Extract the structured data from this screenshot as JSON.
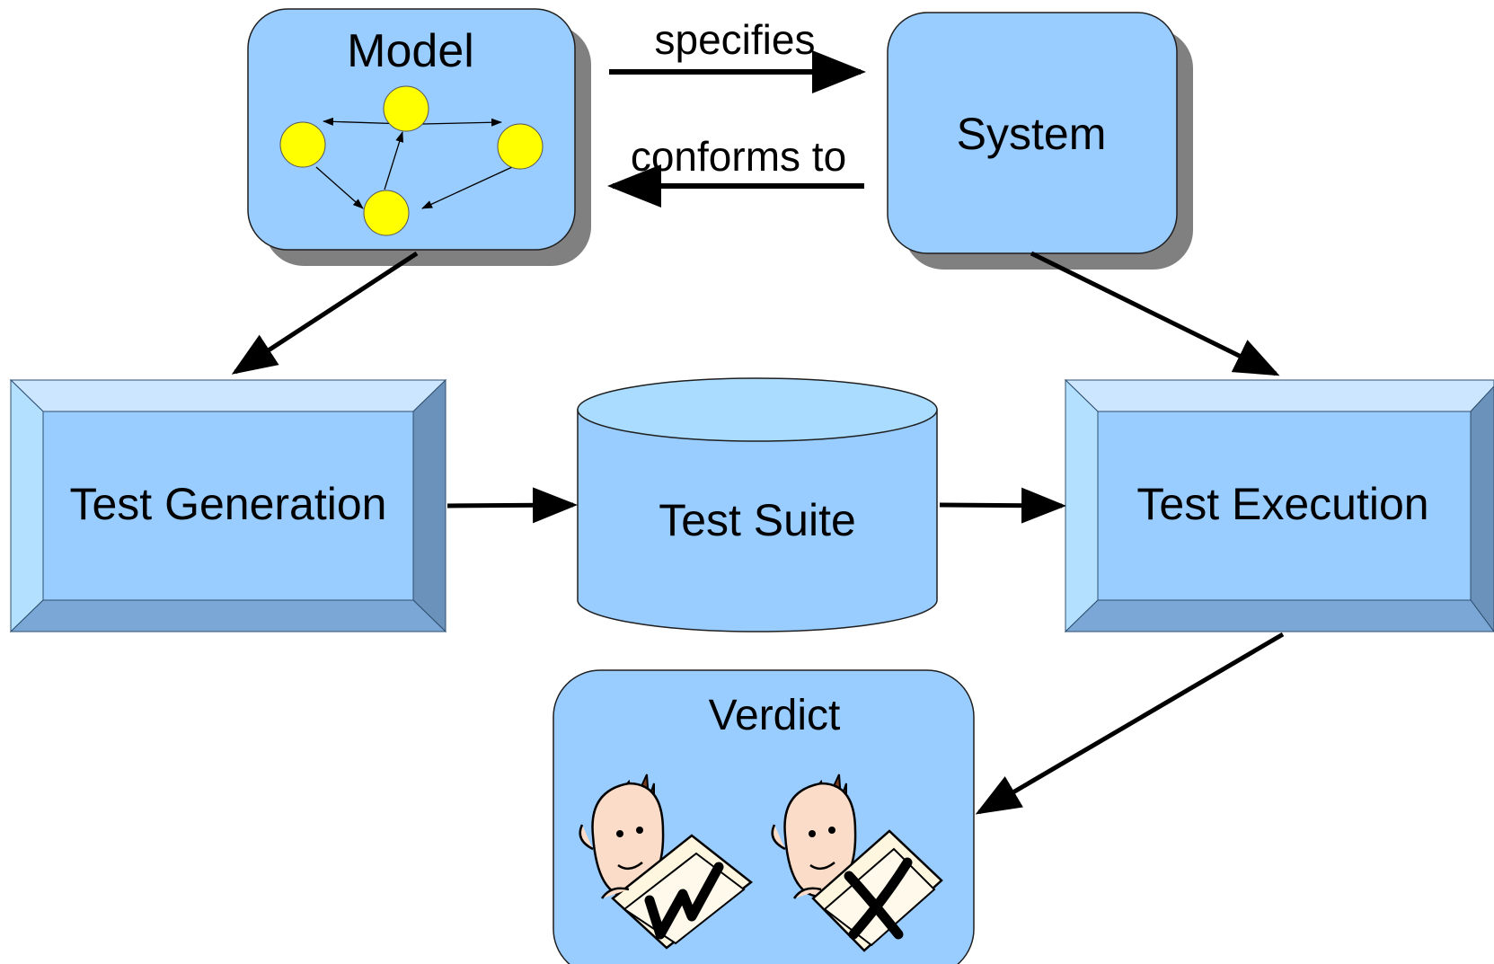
{
  "diagram": {
    "model": {
      "label": "Model"
    },
    "system": {
      "label": "System"
    },
    "test_generation": {
      "label": "Test Generation"
    },
    "test_suite": {
      "label": "Test Suite"
    },
    "test_execution": {
      "label": "Test Execution"
    },
    "verdict": {
      "label": "Verdict"
    },
    "edges": {
      "specifies": "specifies",
      "conforms_to": "conforms to"
    }
  },
  "colors": {
    "box_fill": "#99ccff",
    "box_stroke": "#1f1f1f",
    "shadow": "#808080",
    "bevel_top": "#cce6ff",
    "bevel_left": "#b3e0ff",
    "bevel_right": "#6b92ba",
    "bevel_bottom": "#7aa7d6",
    "node_yellow": "#ffff00",
    "arrow": "#000000"
  },
  "icons": {
    "verdict_pass": "person-holding-paper-with-checkmark",
    "verdict_fail": "person-holding-paper-with-cross"
  }
}
